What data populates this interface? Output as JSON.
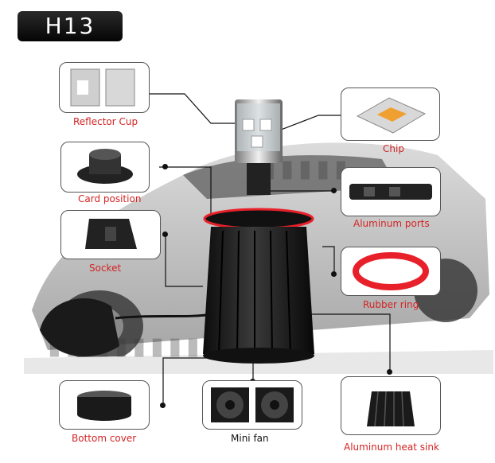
{
  "title": "H13",
  "parts": {
    "reflector_cup": "Reflector Cup",
    "chip": "Chip",
    "card_position": "Card position",
    "aluminum_ports": "Aluminum ports",
    "socket": "Socket",
    "rubber_ring": "Rubber ring",
    "bottom_cover": "Bottom cover",
    "mini_fan": "Mini fan",
    "aluminum_heat_sink": "Aluminum heat sink"
  },
  "colors": {
    "label_red": "#d42424",
    "label_dark": "#111111",
    "ring_red": "#e8202a",
    "chip_orange": "#f0a030"
  }
}
